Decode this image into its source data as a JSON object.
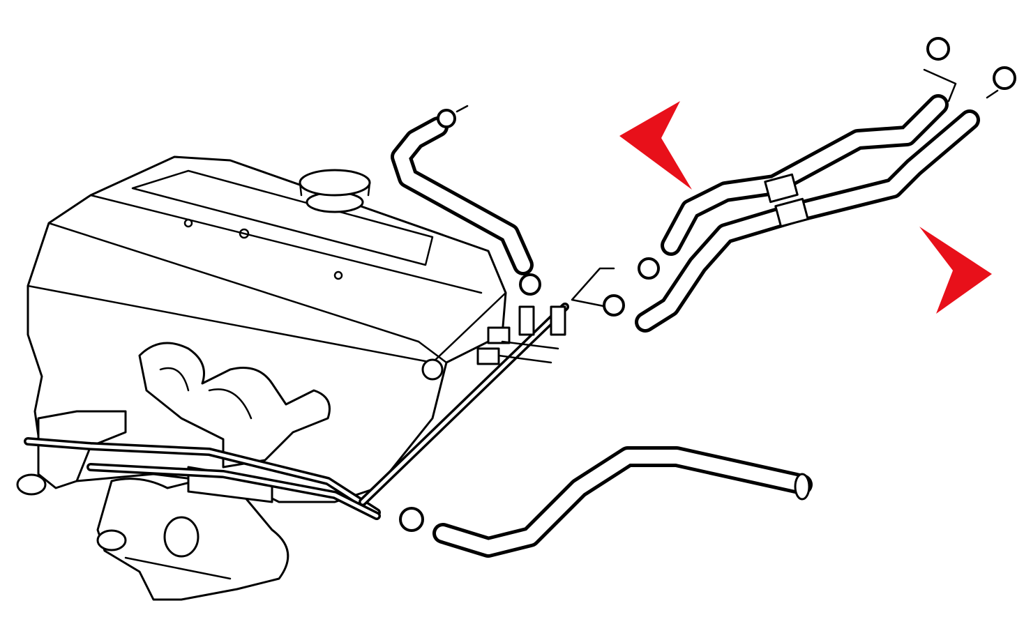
{
  "colors": {
    "line": "#000000",
    "background": "#ffffff",
    "arrow": "#e8101a"
  },
  "arrows": [
    {
      "id": "upper-left-arrow",
      "points_toward": "down-right"
    },
    {
      "id": "lower-right-arrow",
      "points_toward": "up-left"
    }
  ]
}
